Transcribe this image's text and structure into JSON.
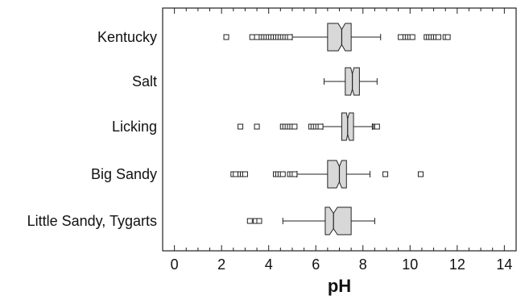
{
  "chart_data": {
    "type": "boxplot",
    "orientation": "horizontal",
    "notched": true,
    "xlabel": "pH",
    "xlim": [
      -0.5,
      14.5
    ],
    "x_ticks": [
      0,
      2,
      4,
      6,
      8,
      10,
      12,
      14
    ],
    "grid": false,
    "box_color": "#d8d8d8",
    "line_color": "#222222",
    "categories": [
      "Kentucky",
      "Salt",
      "Licking",
      "Big Sandy",
      "Little Sandy, Tygarts"
    ],
    "series": [
      {
        "category": "Kentucky",
        "whisker_low": 5.0,
        "q1": 6.5,
        "notch_low": 6.95,
        "median": 7.1,
        "notch_high": 7.25,
        "q3": 7.5,
        "whisker_high": 8.75,
        "outliers": [
          2.2,
          3.3,
          3.5,
          3.7,
          3.8,
          3.9,
          4.0,
          4.1,
          4.2,
          4.3,
          4.4,
          4.5,
          4.6,
          4.7,
          4.8,
          4.9,
          9.6,
          9.8,
          9.9,
          10.0,
          10.1,
          10.7,
          10.8,
          10.9,
          11.0,
          11.1,
          11.2,
          11.5,
          11.6
        ]
      },
      {
        "category": "Salt",
        "whisker_low": 6.35,
        "q1": 7.25,
        "notch_low": 7.48,
        "median": 7.55,
        "notch_high": 7.62,
        "q3": 7.85,
        "whisker_high": 8.6,
        "outliers": []
      },
      {
        "category": "Licking",
        "whisker_low": 6.3,
        "q1": 7.1,
        "notch_low": 7.3,
        "median": 7.35,
        "notch_high": 7.42,
        "q3": 7.6,
        "whisker_high": 8.4,
        "outliers": [
          2.8,
          3.5,
          4.6,
          4.7,
          4.8,
          4.9,
          5.0,
          5.1,
          5.8,
          5.9,
          6.0,
          6.1,
          6.2,
          8.5,
          8.55,
          8.6
        ]
      },
      {
        "category": "Big Sandy",
        "whisker_low": 5.2,
        "q1": 6.5,
        "notch_low": 6.88,
        "median": 7.0,
        "notch_high": 7.1,
        "q3": 7.3,
        "whisker_high": 8.3,
        "outliers": [
          2.5,
          2.6,
          2.8,
          2.9,
          3.0,
          4.3,
          4.4,
          4.5,
          4.6,
          4.9,
          5.0,
          5.1,
          8.95,
          10.45
        ]
      },
      {
        "category": "Little Sandy, Tygarts",
        "whisker_low": 4.6,
        "q1": 6.4,
        "notch_low": 6.58,
        "median": 6.75,
        "notch_high": 6.92,
        "q3": 7.5,
        "whisker_high": 8.5,
        "outliers": [
          3.2,
          3.45,
          3.6
        ]
      }
    ]
  }
}
